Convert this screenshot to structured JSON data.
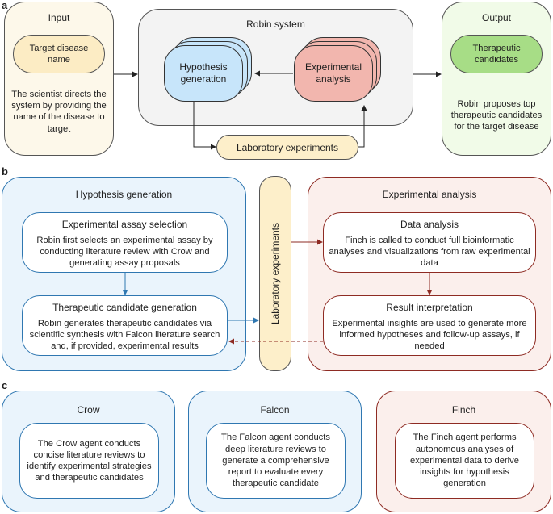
{
  "panel_labels": {
    "a": "a",
    "b": "b",
    "c": "c"
  },
  "panel_a": {
    "input": {
      "title": "Input",
      "pill": "Target disease name",
      "body": "The scientist directs the system by providing the name of the disease to target"
    },
    "robin": {
      "title": "Robin system",
      "hypothesis": "Hypothesis generation",
      "experimental": "Experimental analysis"
    },
    "lab": "Laboratory experiments",
    "output": {
      "title": "Output",
      "pill": "Therapeutic candidates",
      "body": "Robin proposes top therapeutic candidates for the target disease"
    }
  },
  "panel_b": {
    "hypothesis": {
      "title": "Hypothesis generation",
      "assay": {
        "title": "Experimental assay selection",
        "body": "Robin first selects an experimental assay by conducting literature review with Crow and generating assay proposals"
      },
      "candidate": {
        "title": "Therapeutic candidate generation",
        "body": "Robin generates therapeutic candidates via scientific synthesis with Falcon literature search and, if provided, experimental results"
      }
    },
    "lab": "Laboratory experiments",
    "experimental": {
      "title": "Experimental analysis",
      "data": {
        "title": "Data analysis",
        "body": "Finch is called to conduct full bioinformatic analyses and visualizations from raw experimental data"
      },
      "result": {
        "title": "Result interpretation",
        "body": "Experimental insights are used to generate more informed hypotheses and follow-up assays, if needed"
      }
    }
  },
  "panel_c": {
    "crow": {
      "title": "Crow",
      "body": "The Crow agent conducts concise literature reviews to identify experimental strategies and therapeutic candidates"
    },
    "falcon": {
      "title": "Falcon",
      "body": "The Falcon agent conducts deep literature reviews to generate a comprehensive report to evaluate every therapeutic candidate"
    },
    "finch": {
      "title": "Finch",
      "body": "The Finch agent performs autonomous analyses of experimental data to derive insights for hypothesis generation"
    }
  },
  "colors": {
    "input_fill": "#fdf8ea",
    "input_pill": "#fcecc4",
    "output_fill": "#f1fbe8",
    "output_pill": "#a7dd86",
    "robin_fill": "#f3f3f3",
    "hypothesis_fill": "#c7e5fa",
    "experimental_fill": "#f2b6ae",
    "blue_panel": "#eaf4fc",
    "blue_border": "#2f77b1",
    "red_panel": "#fbefec",
    "red_border": "#8e2b23",
    "lab_fill": "#fdefca"
  }
}
